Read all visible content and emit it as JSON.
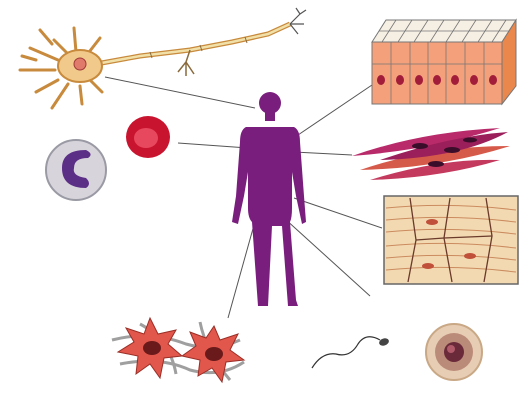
{
  "figure": {
    "subject": "human-body-silhouette",
    "cells": [
      {
        "id": "neuron",
        "icon": "neuron-cell-icon"
      },
      {
        "id": "red-blood-cell",
        "icon": "red-blood-cell-icon"
      },
      {
        "id": "white-blood-cell",
        "icon": "white-blood-cell-icon"
      },
      {
        "id": "epithelial-tissue",
        "icon": "epithelial-tissue-icon"
      },
      {
        "id": "smooth-muscle",
        "icon": "smooth-muscle-cells-icon"
      },
      {
        "id": "cardiac-muscle",
        "icon": "cardiac-muscle-tissue-icon"
      },
      {
        "id": "bone-cells",
        "icon": "bone-cells-icon"
      },
      {
        "id": "sperm-cell",
        "icon": "sperm-cell-icon"
      },
      {
        "id": "egg-cell",
        "icon": "egg-cell-icon"
      }
    ],
    "colors": {
      "body": "#7a1e7e",
      "connector": "#555555",
      "neuron": "#f1c98a",
      "rbc": "#c9142f",
      "wbc_nucleus": "#5b2f86",
      "epithelial_front": "#f4a07a",
      "epithelial_side": "#e9874d",
      "muscle": "#b82a6a",
      "cardiac": "#f3d9b2",
      "bone": "#e2574c",
      "egg": "#e7cdb4"
    }
  }
}
